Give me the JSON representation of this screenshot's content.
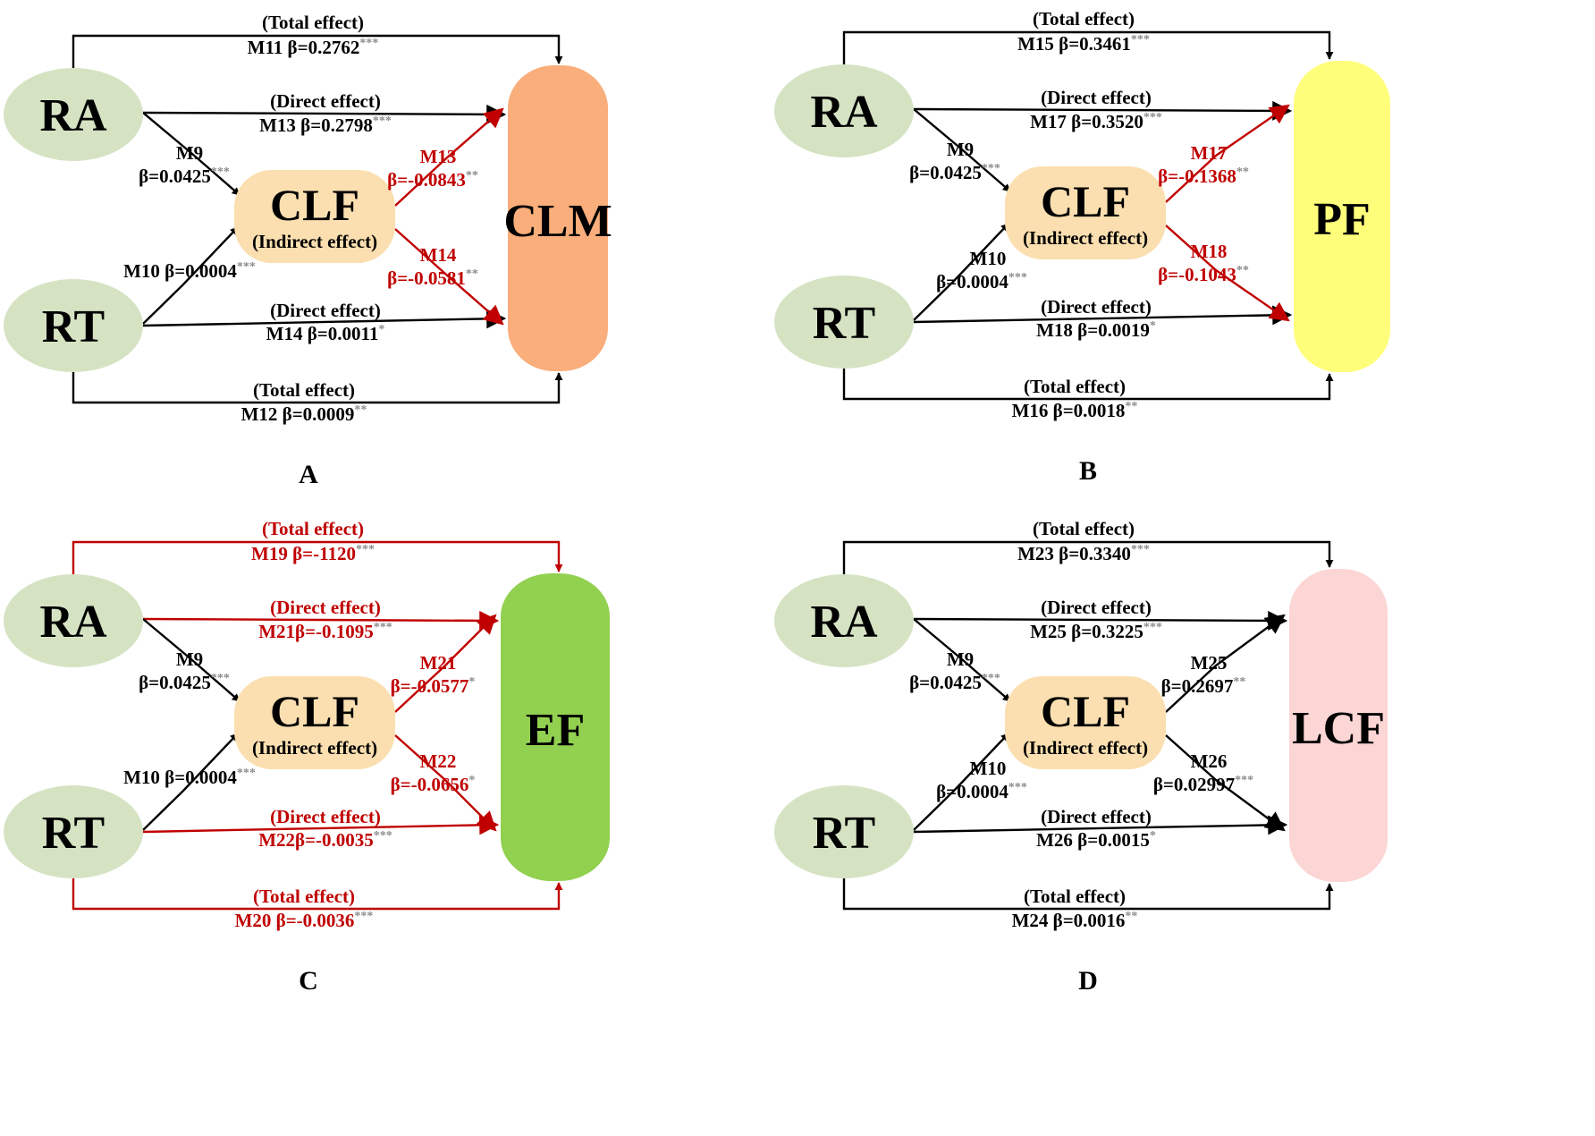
{
  "colors": {
    "black": "#000000",
    "red": "#c00000",
    "source_fill": "#d5e3c3",
    "clf_fill": "#fbdfb0",
    "star": "#8c8c8c"
  },
  "panels": [
    {
      "letter": "A",
      "source_top": "RA",
      "source_bottom": "RT",
      "mediator": "CLF",
      "mediator_sub": "(Indirect effect)",
      "outcome": "CLM",
      "outcome_fill": "#f9ae7b",
      "total_top": {
        "head": "(Total effect)",
        "model": "M11 β=0.2762",
        "sig": "***"
      },
      "direct_top": {
        "head": "(Direct effect)",
        "model": "M13 β=0.2798",
        "sig": "***"
      },
      "a_top": {
        "model": "M9",
        "value": "β=0.0425",
        "sig": "***"
      },
      "a_bottom": {
        "model": "M10 β=0.0004",
        "value": "",
        "sig": "***"
      },
      "b_top": {
        "model": "M13",
        "value": "β=-0.0843",
        "sig": "**"
      },
      "b_bottom": {
        "model": "M14",
        "value": "β=-0.0581",
        "sig": "**"
      },
      "direct_bottom": {
        "head": "(Direct effect)",
        "model": "M14 β=0.0011",
        "sig": "*"
      },
      "total_bottom": {
        "head": "(Total effect)",
        "model": "M12 β=0.0009",
        "sig": "**"
      },
      "colors": {
        "total_top": "black",
        "direct_top": "black",
        "b": "red",
        "direct_bottom": "black",
        "total_bottom": "black"
      }
    },
    {
      "letter": "B",
      "source_top": "RA",
      "source_bottom": "RT",
      "mediator": "CLF",
      "mediator_sub": "(Indirect effect)",
      "outcome": "PF",
      "outcome_fill": "#fefe7a",
      "total_top": {
        "head": "(Total effect)",
        "model": "M15 β=0.3461",
        "sig": "***"
      },
      "direct_top": {
        "head": "(Direct effect)",
        "model": "M17 β=0.3520",
        "sig": "***"
      },
      "a_top": {
        "model": "M9",
        "value": "β=0.0425",
        "sig": "***"
      },
      "a_bottom": {
        "model": "M10",
        "value": "β=0.0004",
        "sig": "***"
      },
      "b_top": {
        "model": "M17",
        "value": "β=-0.1368",
        "sig": "**"
      },
      "b_bottom": {
        "model": "M18",
        "value": "β=-0.1043",
        "sig": "**"
      },
      "direct_bottom": {
        "head": "(Direct effect)",
        "model": "M18 β=0.0019",
        "sig": "*"
      },
      "total_bottom": {
        "head": "(Total effect)",
        "model": "M16 β=0.0018",
        "sig": "**"
      },
      "colors": {
        "total_top": "black",
        "direct_top": "black",
        "b": "red",
        "direct_bottom": "black",
        "total_bottom": "black"
      }
    },
    {
      "letter": "C",
      "source_top": "RA",
      "source_bottom": "RT",
      "mediator": "CLF",
      "mediator_sub": "(Indirect effect)",
      "outcome": "EF",
      "outcome_fill": "#92d050",
      "total_top": {
        "head": "(Total effect)",
        "model": "M19 β=-1120",
        "sig": "***"
      },
      "direct_top": {
        "head": "(Direct effect)",
        "model": "M21β=-0.1095",
        "sig": "***"
      },
      "a_top": {
        "model": "M9",
        "value": "β=0.0425",
        "sig": "***"
      },
      "a_bottom": {
        "model": "M10 β=0.0004",
        "value": "",
        "sig": "***"
      },
      "b_top": {
        "model": "M21",
        "value": "β=-0.0577",
        "sig": "*"
      },
      "b_bottom": {
        "model": "M22",
        "value": "β=-0.0656",
        "sig": "*"
      },
      "direct_bottom": {
        "head": "(Direct effect)",
        "model": "M22β=-0.0035",
        "sig": "***"
      },
      "total_bottom": {
        "head": "(Total effect)",
        "model": "M20 β=-0.0036",
        "sig": "***"
      },
      "colors": {
        "total_top": "red",
        "direct_top": "red",
        "b": "red",
        "direct_bottom": "red",
        "total_bottom": "red"
      }
    },
    {
      "letter": "D",
      "source_top": "RA",
      "source_bottom": "RT",
      "mediator": "CLF",
      "mediator_sub": "(Indirect effect)",
      "outcome": "LCF",
      "outcome_fill": "#fcd5d5",
      "total_top": {
        "head": "(Total effect)",
        "model": "M23 β=0.3340",
        "sig": "***"
      },
      "direct_top": {
        "head": "(Direct effect)",
        "model": "M25 β=0.3225",
        "sig": "***"
      },
      "a_top": {
        "model": "M9",
        "value": "β=0.0425",
        "sig": "***"
      },
      "a_bottom": {
        "model": "M10",
        "value": "β=0.0004",
        "sig": "***"
      },
      "b_top": {
        "model": "M25",
        "value": "β=0.2697",
        "sig": "**"
      },
      "b_bottom": {
        "model": "M26",
        "value": "β=0.02997",
        "sig": "***"
      },
      "direct_bottom": {
        "head": "(Direct effect)",
        "model": "M26 β=0.0015",
        "sig": "*"
      },
      "total_bottom": {
        "head": "(Total effect)",
        "model": "M24 β=0.0016",
        "sig": "**"
      },
      "colors": {
        "total_top": "black",
        "direct_top": "black",
        "b": "black",
        "direct_bottom": "black",
        "total_bottom": "black"
      }
    }
  ]
}
